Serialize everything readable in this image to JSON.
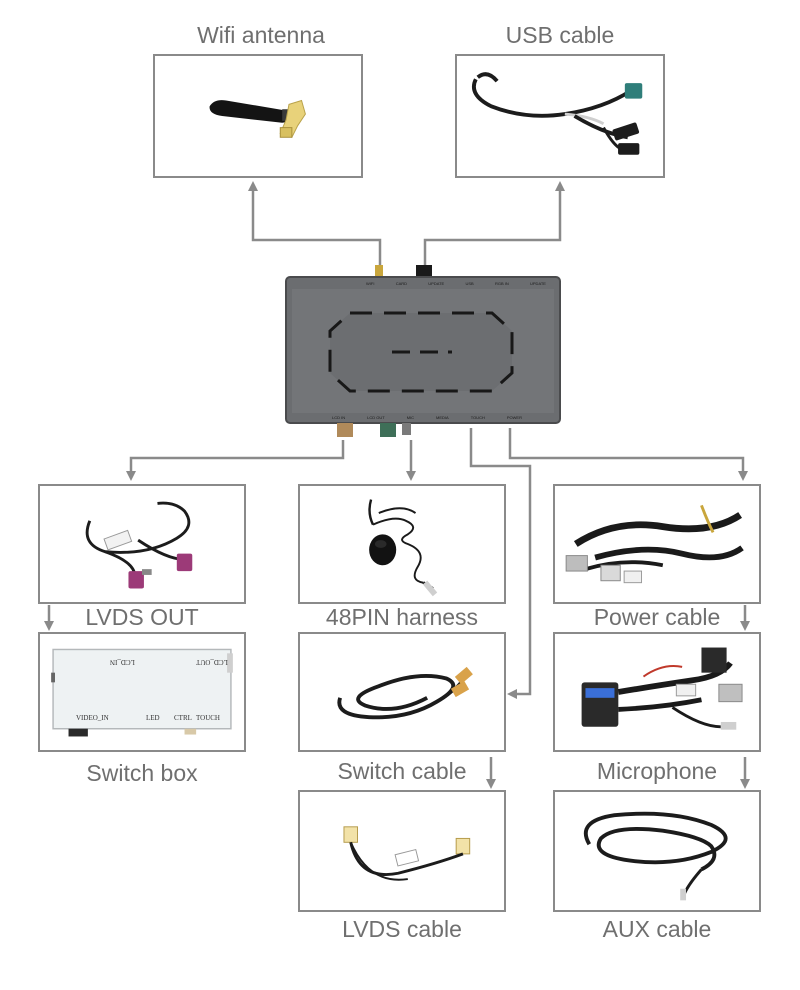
{
  "labels": {
    "wifi_antenna": "Wifi antenna",
    "usb_cable": "USB cable",
    "lvds_out": "LVDS OUT",
    "harness_48pin": "48PIN harness",
    "power_cable": "Power cable",
    "switch_box": "Switch box",
    "switch_cable": "Switch cable",
    "microphone": "Microphone",
    "lvds_cable": "LVDS cable",
    "aux_cable": "AUX cable"
  },
  "module_ports": {
    "top": [
      "WIFI",
      "CARD",
      "UPDATE",
      "USB",
      "RGB IN",
      "UPDATE"
    ],
    "bottom": [
      "LCD IN",
      "LCD OUT",
      "MIC",
      "MEDIA",
      "TOUCH",
      "POWER"
    ]
  },
  "switch_box_ports": {
    "lcd_in": "LCD_IN",
    "lcd_out": "LCD_OUT",
    "video_in": "VIDEO_IN",
    "led": "LED",
    "ctrl": "CTRL",
    "touch": "TOUCH"
  },
  "colors": {
    "frame": "#8a8a8a",
    "label_text": "#6f6f6f",
    "arrow": "#8a8a8a",
    "module_body": "#6b6d70",
    "antenna_tip": "#e8d27a",
    "fakra_violet": "#9c3a78",
    "fakra_teal": "#2f7e7a"
  },
  "icons": {
    "wifi_antenna": "antenna-icon",
    "usb_cable": "usb-cable-icon",
    "module": "navigation-module-icon",
    "lvds_out": "fakra-cable-icon",
    "harness_48pin": "microphone-headset-icon",
    "power_cable": "wire-harness-icon",
    "switch_box": "switch-box-icon",
    "switch_cable": "switch-cable-icon",
    "microphone": "harness-connector-icon",
    "lvds_cable": "lvds-cable-icon",
    "aux_cable": "aux-cable-icon"
  }
}
